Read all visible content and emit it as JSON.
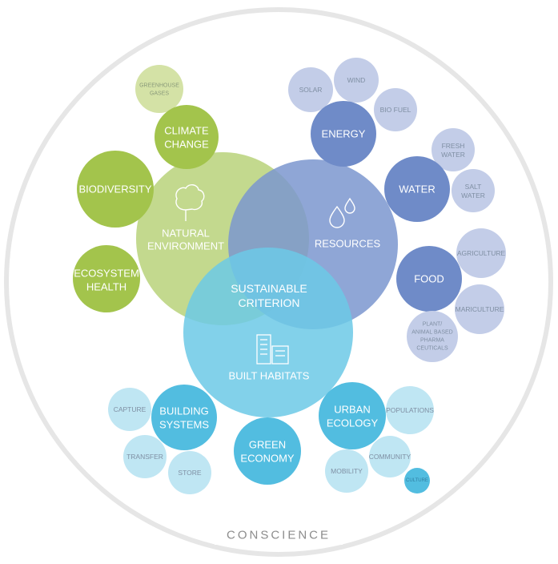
{
  "outer_label": "CONSCIENCE",
  "center": {
    "line1": "SUSTAINABLE",
    "line2": "CRITERION"
  },
  "main": {
    "natural": {
      "line1": "NATURAL",
      "line2": "ENVIRONMENT"
    },
    "resources": {
      "label": "RESOURCES"
    },
    "built": {
      "label": "BUILT HABITATS"
    }
  },
  "natural_satellites": {
    "greenhouse": {
      "line1": "GREENHOUSE",
      "line2": "GASES"
    },
    "climate": {
      "line1": "CLIMATE",
      "line2": "CHANGE"
    },
    "biodiversity": {
      "label": "BIODIVERSITY"
    },
    "ecosystem": {
      "line1": "ECOSYSTEM",
      "line2": "HEALTH"
    }
  },
  "resource_satellites": {
    "solar": "SOLAR",
    "wind": "WIND",
    "biofuel": "BIO FUEL",
    "energy": "ENERGY",
    "fresh_water": {
      "line1": "FRESH",
      "line2": "WATER"
    },
    "water": "WATER",
    "salt_water": {
      "line1": "SALT",
      "line2": "WATER"
    },
    "agriculture": "AGRICULTURE",
    "food": "FOOD",
    "mariculture": "MARICULTURE",
    "pharma": {
      "line1": "PLANT/",
      "line2": "ANIMAL BASED",
      "line3": "PHARMA",
      "line4": "CEUTICALS"
    }
  },
  "built_satellites": {
    "capture": "CAPTURE",
    "building_systems": {
      "line1": "BUILDING",
      "line2": "SYSTEMS"
    },
    "transfer": "TRANSFER",
    "store": "STORE",
    "green_economy": {
      "line1": "GREEN",
      "line2": "ECONOMY"
    },
    "urban_ecology": {
      "line1": "URBAN",
      "line2": "ECOLOGY"
    },
    "populations": "POPULATIONS",
    "mobility": "MOBILITY",
    "community": "COMMUNITY",
    "culture": "CULTURE"
  },
  "colors": {
    "outer_ring": "#e4e4e4",
    "green_light": "#b9d27a",
    "green_main": "#a3c44c",
    "green_pale": "#d4e2a6",
    "blue_main": "#7b97cf",
    "blue_sat": "#6f8bc8",
    "blue_pale": "#c3cde8",
    "cyan_main": "#6cc9e6",
    "cyan_sat": "#52bde0",
    "cyan_pale": "#bfe6f3"
  },
  "icons": {
    "natural": "tree-icon",
    "resources": "water-drops-icon",
    "built": "buildings-icon"
  }
}
